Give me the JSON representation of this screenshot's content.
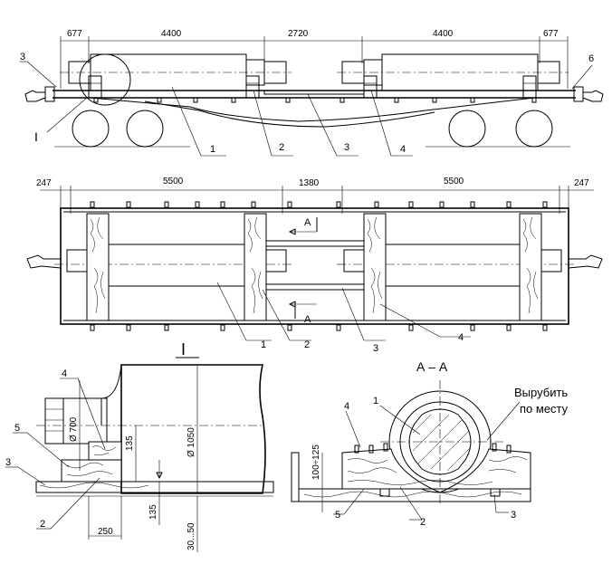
{
  "top_view_dims": {
    "left_end": "677",
    "left_load": "4400",
    "middle": "2720",
    "right_load": "4400",
    "right_end": "677"
  },
  "plan_view_dims": {
    "left_end": "247",
    "left_span": "5500",
    "middle": "1380",
    "right_span": "5500",
    "right_end": "247"
  },
  "callouts_side": [
    "3",
    "6",
    "1",
    "2",
    "3",
    "4"
  ],
  "detail_marker": "I",
  "callouts_plan": [
    "1",
    "2",
    "3",
    "4"
  ],
  "section_marks": [
    "А",
    "А"
  ],
  "detail_title": "I",
  "detail_labels": {
    "item4": "4",
    "item5": "5",
    "item3": "3",
    "item2": "2",
    "dia700": "Ø 700",
    "dia1050": "Ø 1050",
    "d135a": "135",
    "d135b": "135",
    "d250": "250",
    "d30_50": "30...50"
  },
  "section_title": "А – А",
  "section_labels": {
    "item1": "1",
    "item4": "4",
    "item5": "5",
    "item2": "2",
    "item3": "3",
    "h100_125": "100÷125",
    "note_line1": "Вырубить",
    "note_line2": "по месту"
  }
}
